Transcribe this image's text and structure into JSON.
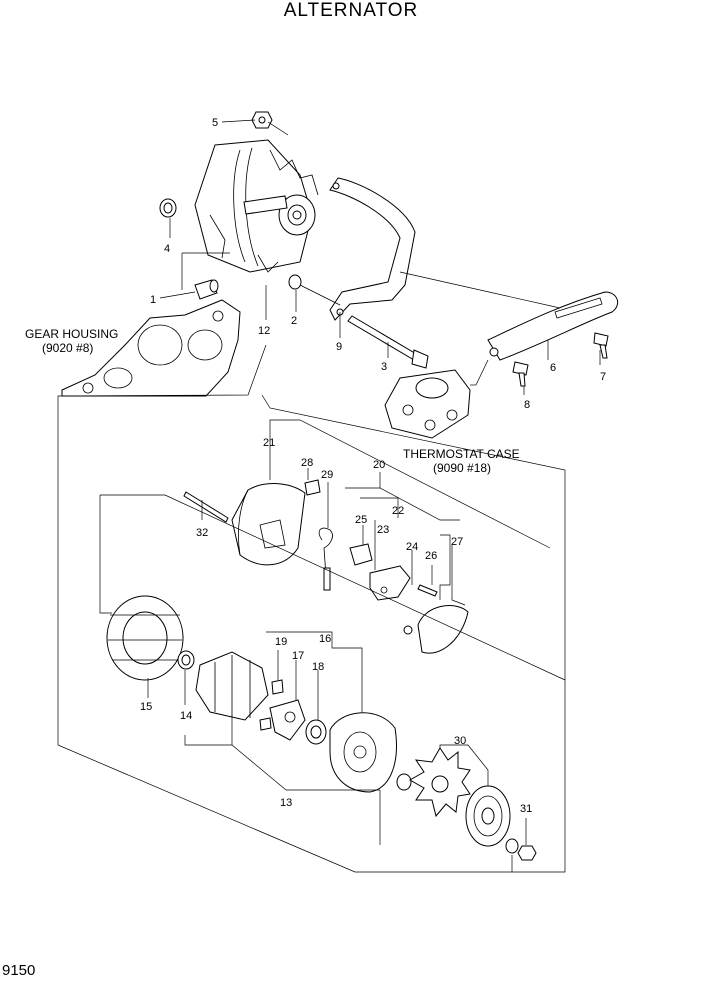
{
  "title": "ALTERNATOR",
  "page_number": "9150",
  "notes": {
    "gear_housing_name": "GEAR HOUSING",
    "gear_housing_ref": "(9020 #8)",
    "thermostat_case_name": "THERMOSTAT CASE",
    "thermostat_case_ref": "(9090 #18)"
  },
  "callouts": {
    "c1": "1",
    "c2": "2",
    "c3": "3",
    "c4": "4",
    "c5": "5",
    "c6": "6",
    "c7": "7",
    "c8": "8",
    "c9": "9",
    "c12": "12",
    "c13": "13",
    "c14": "14",
    "c15": "15",
    "c16": "16",
    "c17": "17",
    "c18": "18",
    "c19": "19",
    "c20": "20",
    "c21": "21",
    "c22": "22",
    "c23": "23",
    "c24": "24",
    "c25": "25",
    "c26": "26",
    "c27": "27",
    "c28": "28",
    "c29": "29",
    "c30": "30",
    "c31": "31",
    "c32": "32"
  }
}
